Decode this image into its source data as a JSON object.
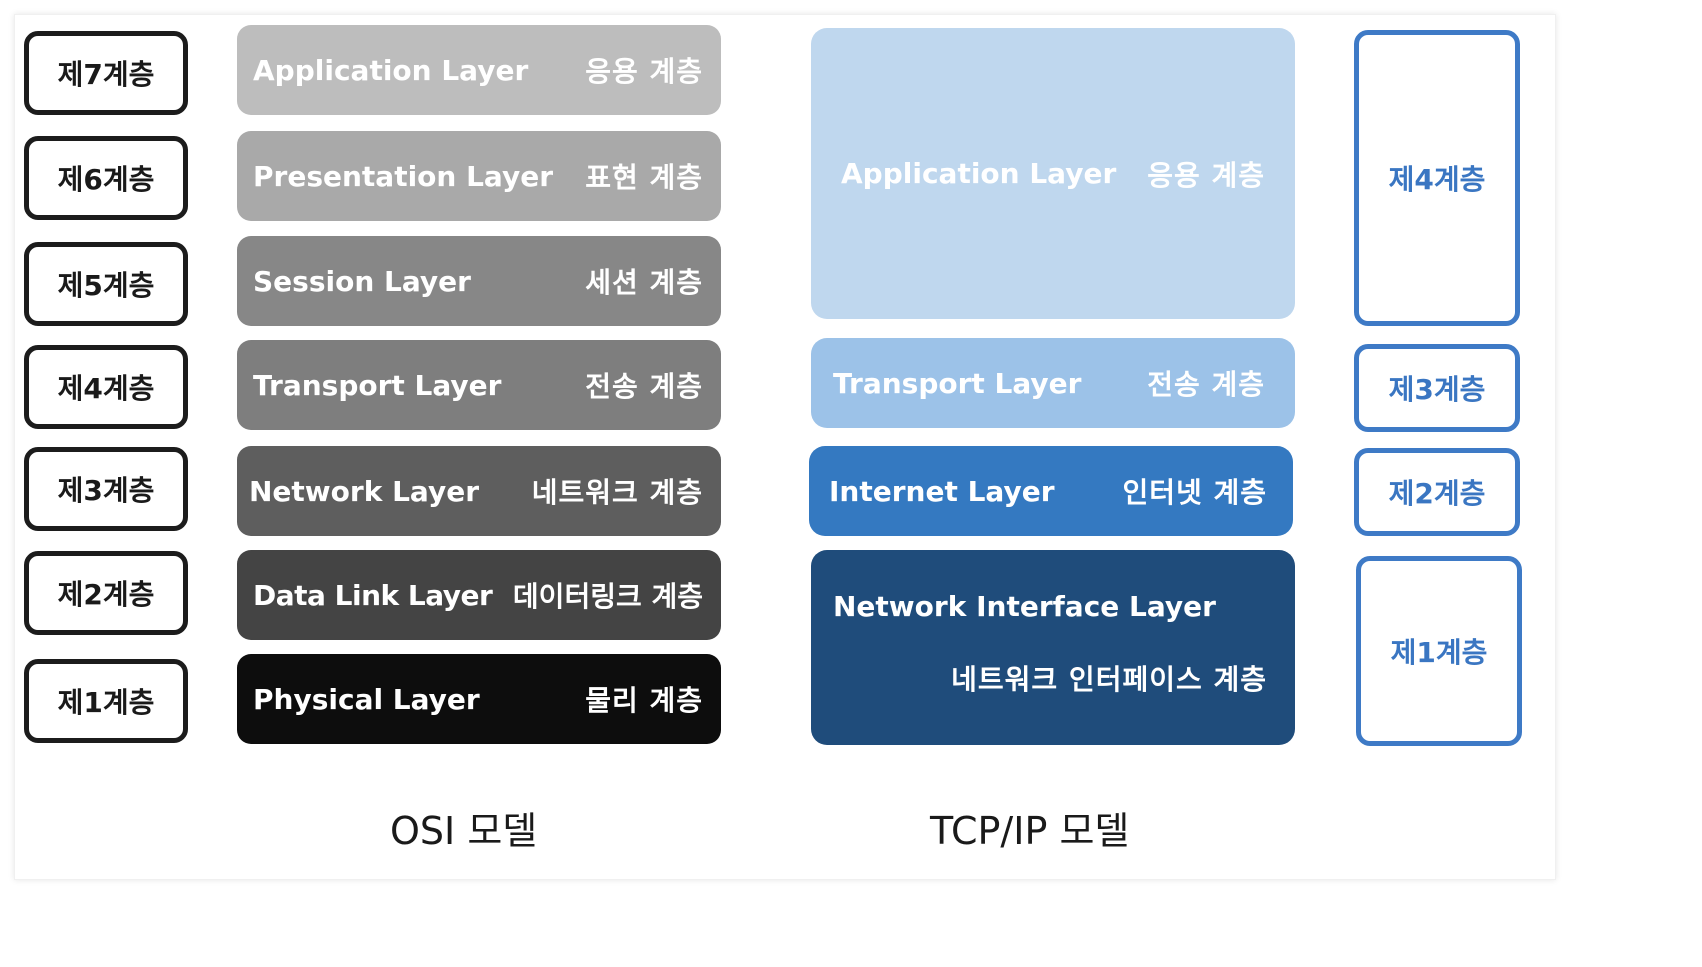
{
  "osi": {
    "caption": "OSI 모델",
    "numbers": [
      "제7계층",
      "제6계층",
      "제5계층",
      "제4계층",
      "제3계층",
      "제2계층",
      "제1계층"
    ],
    "layers": [
      {
        "en": "Application Layer",
        "kr": "응용 계층",
        "color": "#bdbdbd"
      },
      {
        "en": "Presentation Layer",
        "kr": "표현 계층",
        "color": "#a9a9a9"
      },
      {
        "en": "Session Layer",
        "kr": "세션 계층",
        "color": "#878787"
      },
      {
        "en": "Transport Layer",
        "kr": "전송 계층",
        "color": "#7e7e7e"
      },
      {
        "en": "Network Layer",
        "kr": "네트워크 계층",
        "color": "#5e5e5e"
      },
      {
        "en": "Data Link Layer",
        "kr": "데이터링크 계층",
        "color": "#444444"
      },
      {
        "en": "Physical Layer",
        "kr": "물리 계층",
        "color": "#0d0d0d"
      }
    ]
  },
  "tcpip": {
    "caption": "TCP/IP 모델",
    "numbers": [
      "제4계층",
      "제3계층",
      "제2계층",
      "제1계층"
    ],
    "layers": [
      {
        "en": "Application Layer",
        "kr": "응용 계층",
        "color": "#bfd7ee"
      },
      {
        "en": "Transport Layer",
        "kr": "전송 계층",
        "color": "#9cc2e8"
      },
      {
        "en": "Internet Layer",
        "kr": "인터넷 계층",
        "color": "#3479c1"
      },
      {
        "en": "Network Interface Layer",
        "kr": "네트워크 인터페이스 계층",
        "color": "#1f4c7b"
      }
    ]
  }
}
